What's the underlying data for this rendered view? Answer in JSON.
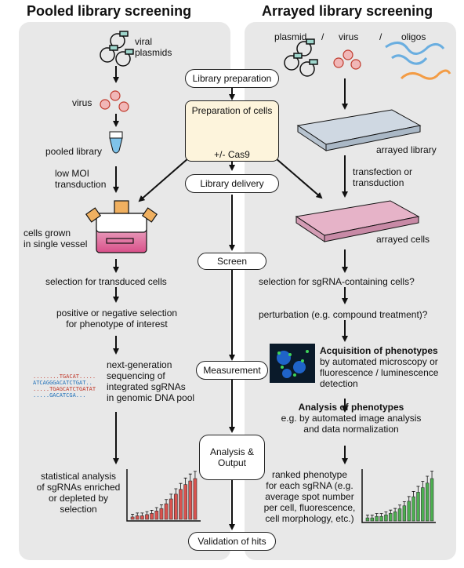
{
  "pooled": {
    "heading": "Pooled library screening",
    "viral_plasmids": "viral\nplasmids",
    "virus": "virus",
    "pooled_library": "pooled library",
    "low_moi": "low MOI\ntransduction",
    "cells_grown": "cells grown\nin single vessel",
    "selection_transduced": "selection for transduced cells",
    "pos_neg": "positive or negative selection\nfor phenotype of interest",
    "ngs": "next-generation\nsequencing of\nintegrated sgRNAs\nin genomic DNA pool",
    "stat_analysis": "statistical analysis\nof sgRNAs enriched\nor depleted by\nselection",
    "seq_lines": [
      "........TGACAT.....",
      "ATCAGGGACATCTGAT..",
      ".....TGAGCATCTGATAT",
      ".....GACATCGA..."
    ],
    "bar_values": [
      2,
      3,
      3,
      4,
      5,
      7,
      9,
      13,
      17,
      21,
      25,
      29,
      32,
      34
    ]
  },
  "arrayed": {
    "heading": "Arrayed library screening",
    "plasmid": "plasmid",
    "slash1": "/",
    "virus": "virus",
    "slash2": "/",
    "oligos": "oligos",
    "arrayed_library": "arrayed library",
    "transfection": "transfection or\ntransduction",
    "arrayed_cells": "arrayed cells",
    "selection_sgrna": "selection for sgRNA-containing cells?",
    "perturbation": "perturbation (e.g. compound treatment)?",
    "acq_title": "Acquisition of phenotypes",
    "acq_text": "by automated microscopy or\nfluorescence / luminescence\ndetection",
    "analysis_title": "Analysis of phenotypes",
    "analysis_text": "e.g. by automated image analysis\nand data normalization",
    "ranked": "ranked phenotype\nfor each sgRNA (e.g.\naverage spot number\nper cell, fluorescence,\ncell morphology, etc.)",
    "bar_values": [
      2,
      2,
      3,
      3,
      4,
      5,
      6,
      8,
      10,
      13,
      16,
      19,
      22,
      25,
      28
    ]
  },
  "center": {
    "library_preparation": "Library preparation",
    "preparation_of_cells": "Preparation of cells",
    "cas9": "+/- Cas9",
    "library_delivery": "Library delivery",
    "screen": "Screen",
    "measurement": "Measurement",
    "analysis_output": "Analysis &\nOutput",
    "validation": "Validation of hits"
  },
  "colors": {
    "panel": "#e8e8e8",
    "red_bar": "#d9534f",
    "green_bar": "#4caf50",
    "pink": "#e0a0b8",
    "box_fill": "#fdf4dc"
  }
}
